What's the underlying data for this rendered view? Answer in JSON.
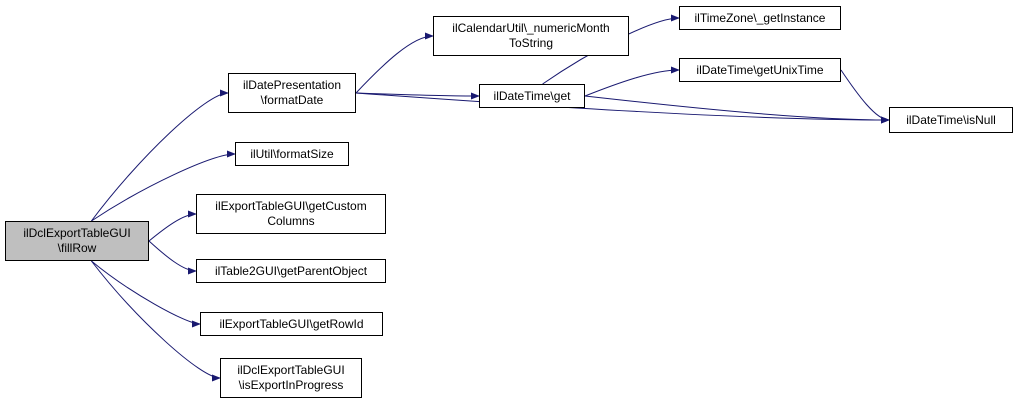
{
  "nodes": {
    "fillRow": {
      "lines": [
        "ilDclExportTableGUI",
        "\\fillRow"
      ]
    },
    "formatDate": {
      "lines": [
        "ilDatePresentation",
        "\\formatDate"
      ]
    },
    "formatSize": {
      "lines": [
        "ilUtil\\formatSize"
      ]
    },
    "getCustomCols": {
      "lines": [
        "ilExportTableGUI\\getCustom",
        "Columns"
      ]
    },
    "getParentObj": {
      "lines": [
        "ilTable2GUI\\getParentObject"
      ]
    },
    "getRowId": {
      "lines": [
        "ilExportTableGUI\\getRowId"
      ]
    },
    "isExportInProg": {
      "lines": [
        "ilDclExportTableGUI",
        "\\isExportInProgress"
      ]
    },
    "numericMonth": {
      "lines": [
        "ilCalendarUtil\\_numericMonth",
        "ToString"
      ]
    },
    "dtGet": {
      "lines": [
        "ilDateTime\\get"
      ]
    },
    "tzGetInstance": {
      "lines": [
        "ilTimeZone\\_getInstance"
      ]
    },
    "dtGetUnixTime": {
      "lines": [
        "ilDateTime\\getUnixTime"
      ]
    },
    "dtIsNull": {
      "lines": [
        "ilDateTime\\isNull"
      ]
    }
  },
  "edges": [
    [
      "fillRow",
      "formatDate"
    ],
    [
      "fillRow",
      "formatSize"
    ],
    [
      "fillRow",
      "getCustomCols"
    ],
    [
      "fillRow",
      "getParentObj"
    ],
    [
      "fillRow",
      "getRowId"
    ],
    [
      "fillRow",
      "isExportInProg"
    ],
    [
      "formatDate",
      "numericMonth"
    ],
    [
      "formatDate",
      "dtGet"
    ],
    [
      "formatDate",
      "dtIsNull"
    ],
    [
      "dtGet",
      "tzGetInstance"
    ],
    [
      "dtGet",
      "dtGetUnixTime"
    ],
    [
      "dtGet",
      "dtIsNull"
    ],
    [
      "dtGetUnixTime",
      "dtIsNull"
    ]
  ],
  "colors": {
    "root_fill": "#bfbfbf",
    "node_fill": "#ffffff",
    "edge": "#191970",
    "border": "#000000"
  }
}
